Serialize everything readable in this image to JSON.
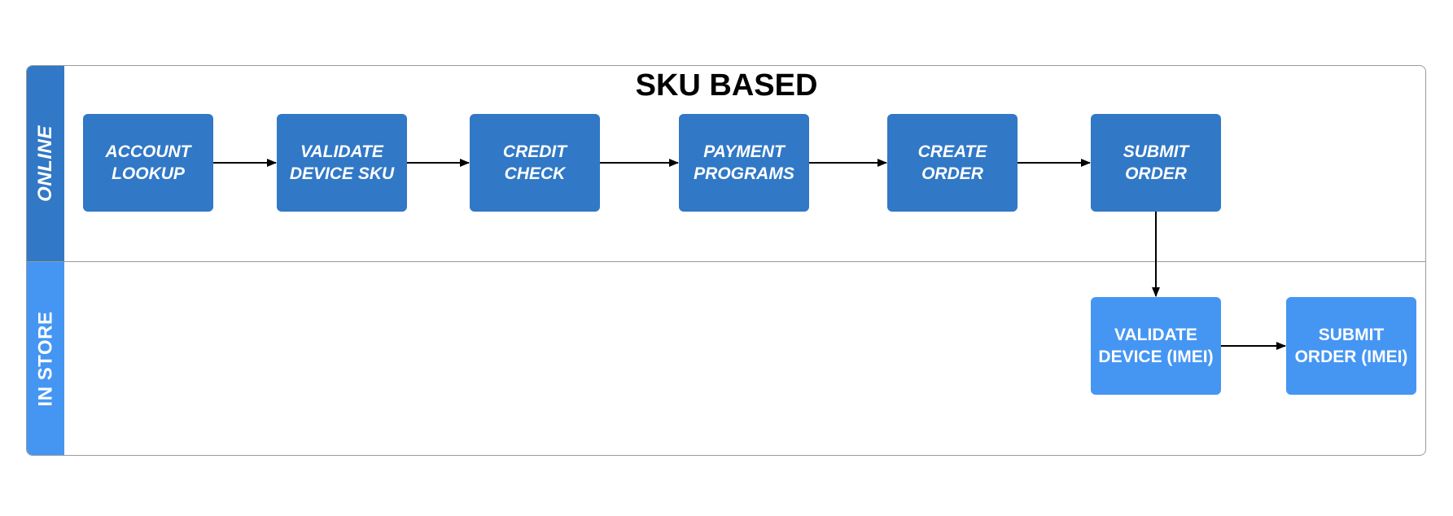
{
  "title": "SKU BASED",
  "lanes": [
    {
      "label": "ONLINE",
      "color": "#3178c6"
    },
    {
      "label": "IN STORE",
      "color": "#4596f3"
    }
  ],
  "nodes": {
    "account_lookup": "ACCOUNT\nLOOKUP",
    "validate_device_sku": "VALIDATE\nDEVICE SKU",
    "credit_check": "CREDIT\nCHECK",
    "payment_programs": "PAYMENT\nPROGRAMS",
    "create_order": "CREATE\nORDER",
    "submit_order": "SUBMIT\nORDER",
    "validate_device_imei": "VALIDATE\nDEVICE (IMEI)",
    "submit_order_imei": "SUBMIT\nORDER (IMEI)"
  },
  "edges": [
    [
      "account_lookup",
      "validate_device_sku"
    ],
    [
      "validate_device_sku",
      "credit_check"
    ],
    [
      "credit_check",
      "payment_programs"
    ],
    [
      "payment_programs",
      "create_order"
    ],
    [
      "create_order",
      "submit_order"
    ],
    [
      "submit_order",
      "validate_device_imei"
    ],
    [
      "validate_device_imei",
      "submit_order_imei"
    ]
  ]
}
